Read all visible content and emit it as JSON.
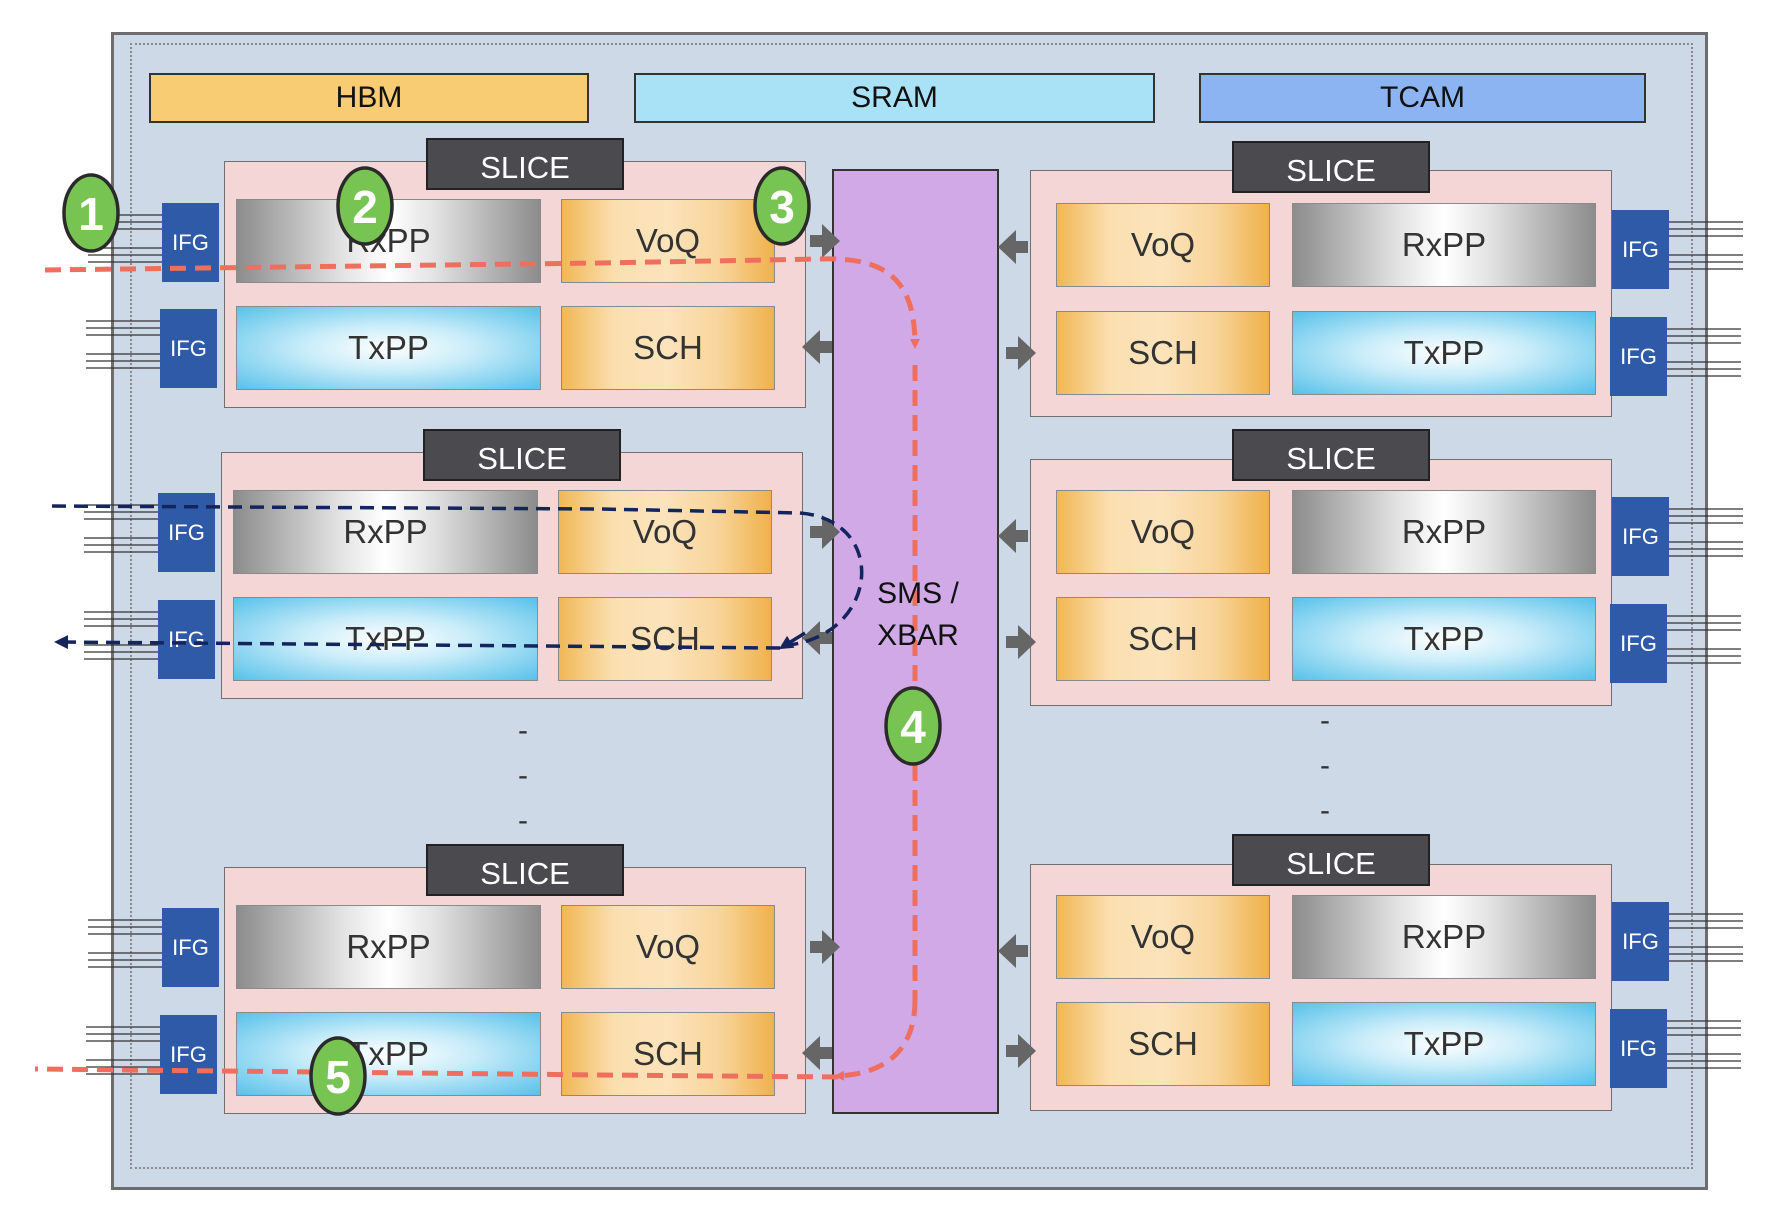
{
  "memory": {
    "hbm": "HBM",
    "sram": "SRAM",
    "tcam": "TCAM"
  },
  "slice_label": "SLICE",
  "blocks": {
    "rxpp": "RxPP",
    "txpp": "TxPP",
    "voq": "VoQ",
    "sch": "SCH"
  },
  "ifg_label": "IFG",
  "xbar": {
    "line1": "SMS /",
    "line2": "XBAR"
  },
  "ellipsis_dash": "-",
  "steps": [
    "1",
    "2",
    "3",
    "4",
    "5"
  ],
  "colors": {
    "hbm": "#f7cc72",
    "sram": "#a9e2f7",
    "tcam": "#8cb4f2",
    "slice_bg": "#f4d6d6",
    "slice_label_bg": "#4a4a4f",
    "ifg": "#2f5aa8",
    "xbar": "#d0a9e6",
    "red_path": "#ef6f5e",
    "navy_path": "#14245c",
    "badge": "#78c453"
  }
}
